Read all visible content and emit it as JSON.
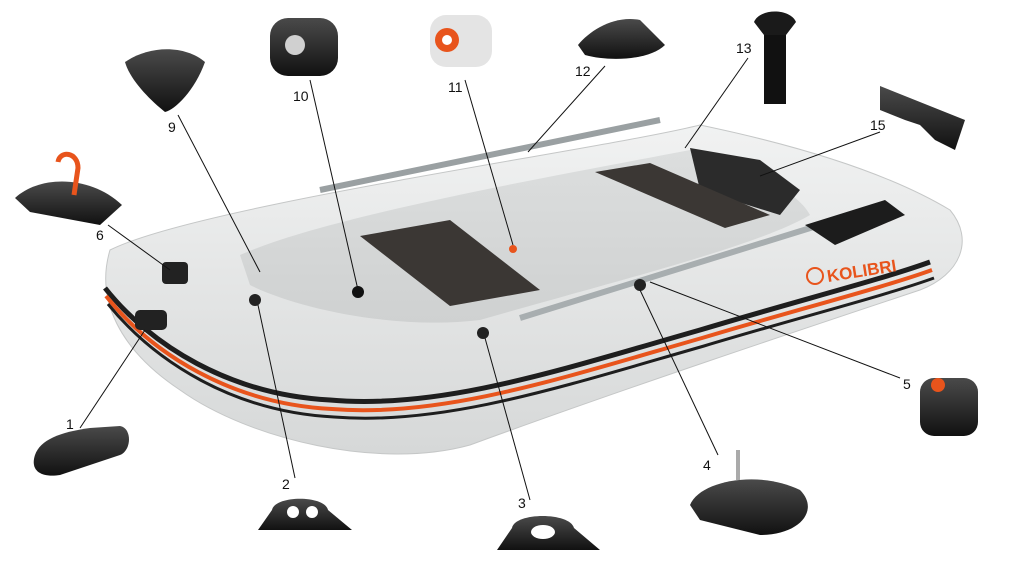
{
  "brand": {
    "name": "KOLIBRI",
    "color": "#e8541c"
  },
  "colors": {
    "hull": "#e7e8e8",
    "stripe": "#e8541c",
    "dark": "#1a1a1a",
    "seat": "#3b3734"
  },
  "callouts": [
    {
      "id": "1",
      "label": "1"
    },
    {
      "id": "2",
      "label": "2"
    },
    {
      "id": "3",
      "label": "3"
    },
    {
      "id": "4",
      "label": "4"
    },
    {
      "id": "5",
      "label": "5"
    },
    {
      "id": "6",
      "label": "6"
    },
    {
      "id": "9",
      "label": "9"
    },
    {
      "id": "10",
      "label": "10"
    },
    {
      "id": "11",
      "label": "11"
    },
    {
      "id": "12",
      "label": "12"
    },
    {
      "id": "13",
      "label": "13"
    },
    {
      "id": "15",
      "label": "15"
    }
  ]
}
